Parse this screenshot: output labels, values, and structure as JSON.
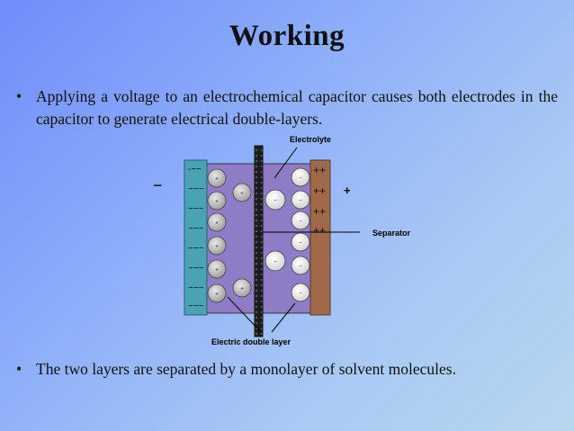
{
  "slide": {
    "title": "Working",
    "bullets": [
      {
        "marker": "•",
        "text": "Applying a voltage to an electrochemical capacitor causes both electrodes in the capacitor to generate electrical double-layers."
      },
      {
        "marker": "•",
        "text": "The two layers are separated by a monolayer of solvent molecules."
      }
    ]
  },
  "diagram": {
    "labels": {
      "electrolyte": "Electrolyte",
      "separator": "Separator",
      "double_layer": "Electric double layer",
      "negative": "−",
      "positive": "+"
    },
    "left_electrode_marks": [
      "-−−",
      "−−−",
      "−−−",
      "−−−",
      "−−−",
      "−−−",
      "−−−",
      "−−−"
    ],
    "right_electrode_marks": [
      "++",
      "++",
      "++",
      "++"
    ],
    "positive_ion_sign": "+",
    "negative_ion_sign": "−",
    "colors": {
      "left_electrode": "#4aa3b4",
      "right_electrode": "#a06a4a",
      "electrolyte": "#8f7cc6",
      "separator": "#222222"
    }
  }
}
